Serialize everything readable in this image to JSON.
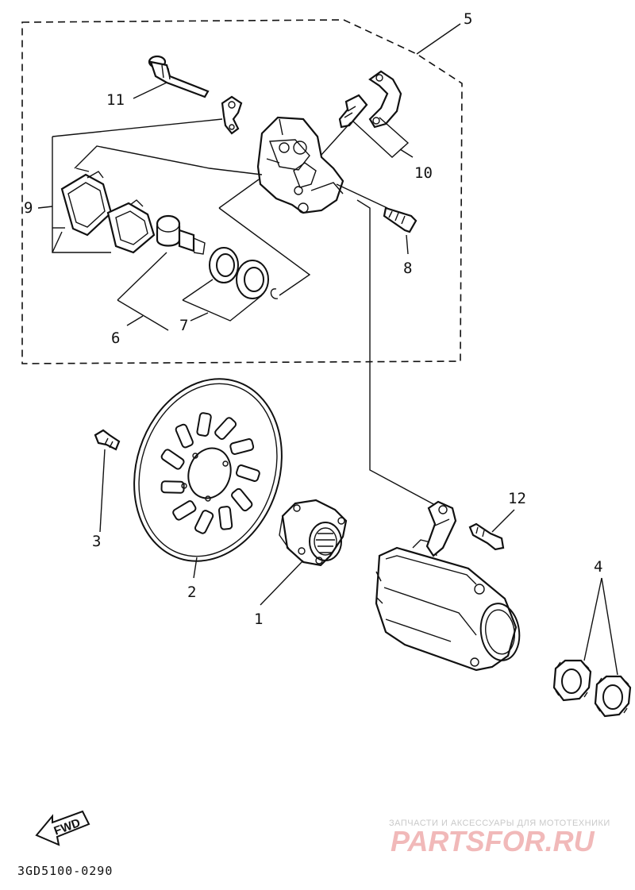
{
  "callouts": [
    "1",
    "2",
    "3",
    "4",
    "5",
    "6",
    "7",
    "8",
    "9",
    "10",
    "11",
    "12"
  ],
  "diagram_code": "3GD5100-0290",
  "direction_badge": "FWD",
  "watermark": {
    "tagline": "ЗАПЧАСТИ И АКСЕССУАРЫ ДЛЯ МОТОТЕХНИКИ",
    "brand": "PARTSFOR.RU"
  }
}
